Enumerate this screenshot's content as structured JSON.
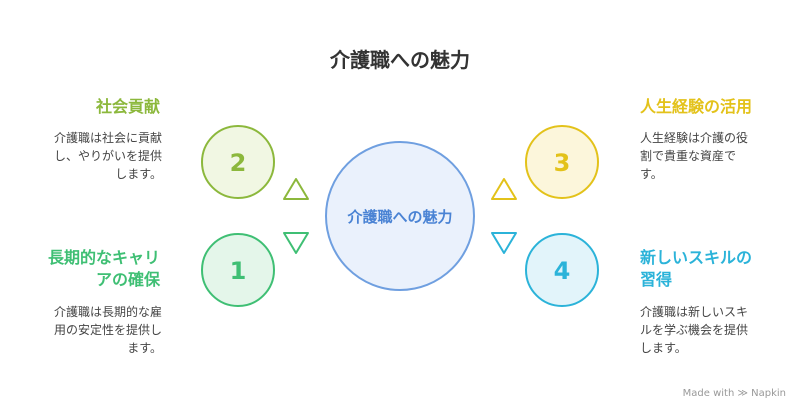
{
  "title": "介護職への魅力",
  "center_label": "介護職への魅力",
  "items": [
    {
      "number": "2",
      "heading_lines": [
        "社会貢献"
      ],
      "desc_lines": [
        "介護職は社会に貢献",
        "し、やりがいを提供",
        "します。"
      ],
      "color": "#8cb83c",
      "fill": "#f1f7e3"
    },
    {
      "number": "1",
      "heading_lines": [
        "長期的なキャリ",
        "アの確保"
      ],
      "desc_lines": [
        "介護職は長期的な雇",
        "用の安定性を提供し",
        "ます。"
      ],
      "color": "#3fbf74",
      "fill": "#e4f6ea"
    },
    {
      "number": "3",
      "heading_lines": [
        "人生経験の活用"
      ],
      "desc_lines": [
        "人生経験は介護の役",
        "割で貴重な資産で",
        "す。"
      ],
      "color": "#e3c21a",
      "fill": "#fcf6db"
    },
    {
      "number": "4",
      "heading_lines": [
        "新しいスキルの",
        "習得"
      ],
      "desc_lines": [
        "介護職は新しいスキ",
        "ルを学ぶ機会を提供",
        "します。"
      ],
      "color": "#2bb3d9",
      "fill": "#e2f4fa"
    }
  ],
  "footer": "Made with ≫ Napkin",
  "colors": {
    "center_stroke": "#6f9fe0",
    "center_fill": "#eaf1fc",
    "center_text": "#4a83d4"
  }
}
